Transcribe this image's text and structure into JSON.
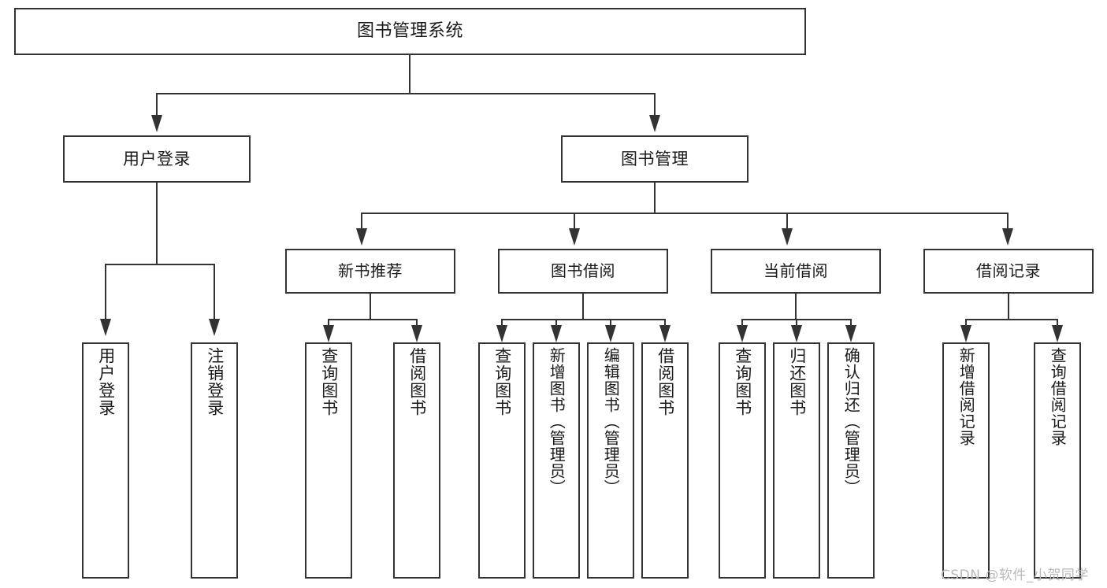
{
  "diagram": {
    "type": "tree-hierarchy-chart",
    "title": "图书管理系统",
    "root": {
      "label": "图书管理系统"
    },
    "level2": [
      {
        "label": "用户登录"
      },
      {
        "label": "图书管理"
      }
    ],
    "level3": [
      {
        "label": "新书推荐"
      },
      {
        "label": "图书借阅"
      },
      {
        "label": "当前借阅"
      },
      {
        "label": "借阅记录"
      }
    ],
    "leaves": {
      "user_login": [
        {
          "label": "用户登录"
        },
        {
          "label": "注销登录"
        }
      ],
      "new_book_recommend": [
        {
          "label": "查询图书"
        },
        {
          "label": "借阅图书"
        }
      ],
      "book_borrow": [
        {
          "label": "查询图书"
        },
        {
          "label": "新增图书（管理员）"
        },
        {
          "label": "编辑图书（管理员）"
        },
        {
          "label": "借阅图书"
        }
      ],
      "current_borrow": [
        {
          "label": "查询图书"
        },
        {
          "label": "归还图书"
        },
        {
          "label": "确认归还（管理员）"
        }
      ],
      "borrow_record": [
        {
          "label": "新增借阅记录"
        },
        {
          "label": "查询借阅记录"
        }
      ]
    },
    "watermark": "CSDN @软件_小贺同学",
    "colors": {
      "border": "#333333",
      "background": "#ffffff",
      "text": "#1a1a1a",
      "watermark": "#b9b9b9"
    }
  }
}
